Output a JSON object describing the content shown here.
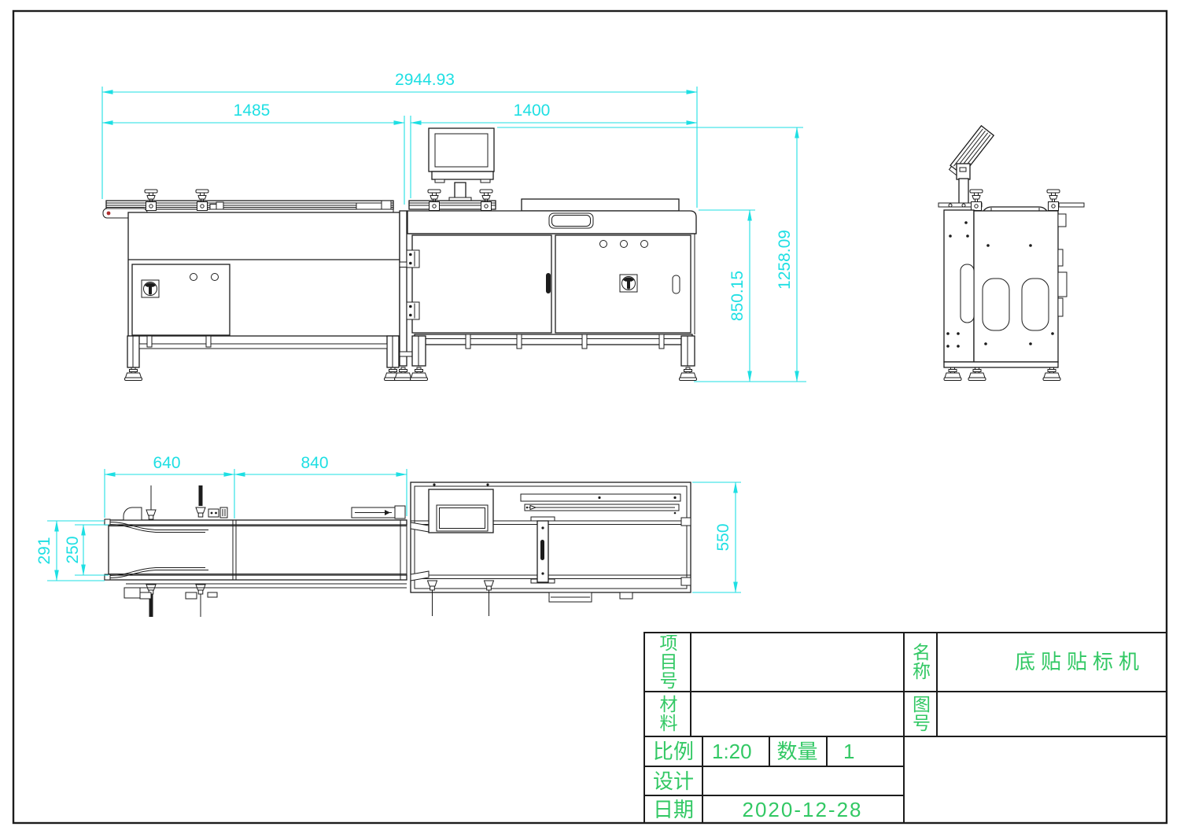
{
  "drawing": {
    "name_value": "底贴贴标机",
    "scale_value": "1:20",
    "quantity_value": "1",
    "date_value": "2020-12-28"
  },
  "title_block": {
    "project_no_label": "项目号",
    "material_label": "材料",
    "scale_label": "比例",
    "quantity_label": "数量",
    "design_label": "设计",
    "date_label": "日期",
    "name_label": "名称",
    "drawing_no_label": "图号"
  },
  "dimensions": {
    "front_view": {
      "overall_width": "2944.93",
      "infeed_section_width": "1485",
      "labeler_section_width": "1400",
      "table_height": "850.15",
      "overall_height": "1258.09"
    },
    "top_view": {
      "infeed_length": "640",
      "conveyor_length": "840",
      "guide_outer_width": "291",
      "belt_width": "250",
      "machine_depth": "550"
    }
  },
  "colors": {
    "dimension_cyan": "#1edfe3",
    "title_green": "#32c864",
    "line_black": "#1c1c1c"
  }
}
